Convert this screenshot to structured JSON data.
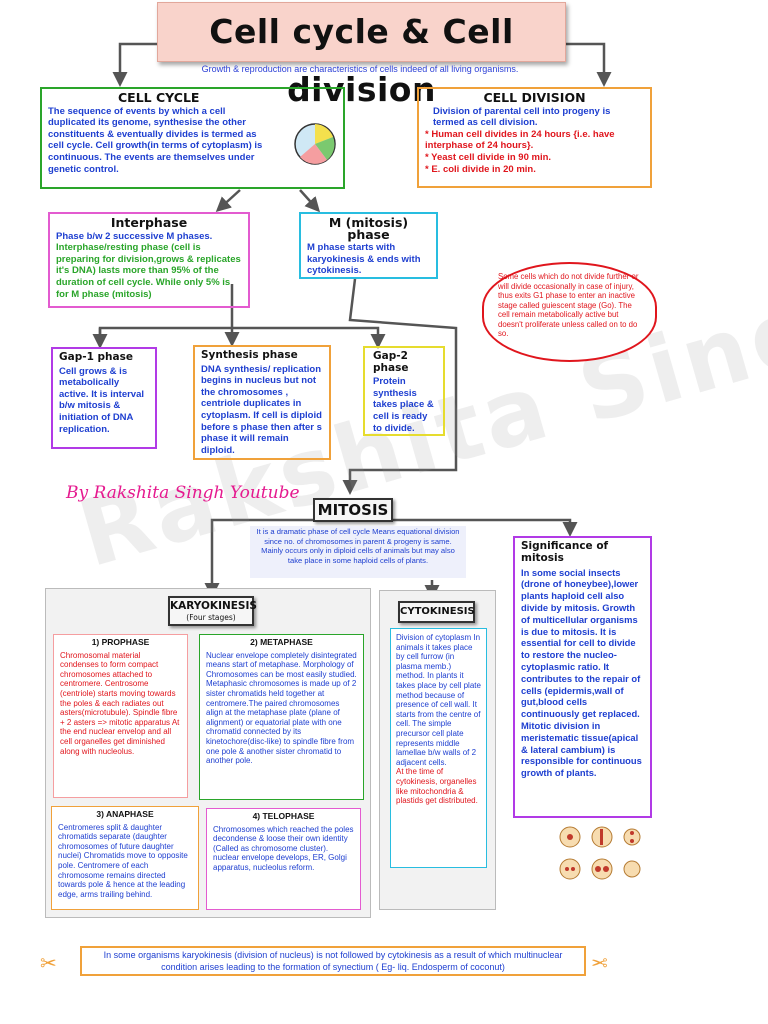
{
  "header": {
    "title": "Cell cycle & Cell division",
    "subtitle": "Growth & reproduction are characteristics of cells indeed of all living organisms."
  },
  "cell_cycle": {
    "title": "CELL CYCLE",
    "text": "The sequence of events by which a cell duplicated its genome, synthesise the other constituents & eventually divides is termed as cell cycle. Cell growth(in terms of cytoplasm) is continuous. The events are themselves under genetic control."
  },
  "cell_division": {
    "title": "CELL DIVISION",
    "text": "Division of parental cell into progeny is termed as cell division.",
    "points": [
      "* Human cell divides in 24 hours {i.e. have interphase of 24 hours}.",
      "* Yeast cell divide in 90 min.",
      "* E. coli divide in 20 min."
    ]
  },
  "interphase": {
    "title": "Interphase",
    "line1": "Phase b/w 2 successive M phases.",
    "line2": "Interphase/resting phase (cell is preparing for division,grows & replicates it's DNA) lasts more than 95% of the duration of cell cycle. While only 5% is for M phase (mitosis)"
  },
  "m_phase": {
    "title": "M (mitosis) phase",
    "text": "M phase starts with karyokinesis & ends with cytokinesis."
  },
  "g0_note": "Some cells which do not divide further or will divide occasionally in case of injury, thus exits G1 phase to enter an inactive stage called guiescent stage (Go). The cell remain metabolically active but doesn't proliferate unless called on to do so.",
  "gap1": {
    "title": "Gap-1 phase",
    "text": "Cell grows & is metabolically active. It is interval b/w mitosis & initiation of DNA replication."
  },
  "synthesis": {
    "title": "Synthesis phase",
    "text": "DNA synthesis/ replication begins in nucleus but not the chromosomes , centriole duplicates in cytoplasm. If cell is diploid before s phase then after s phase it will remain diploid."
  },
  "gap2": {
    "title": "Gap-2 phase",
    "text": "Protein synthesis takes place & cell is ready to divide."
  },
  "author": "By Rakshita Singh Youtube",
  "watermark": "Rakshita Singh",
  "mitosis": {
    "title": "MITOSIS",
    "text": "It is a dramatic phase of cell cycle Means equational division since no. of chromosomes in parent & progeny is same. Mainly occurs only in diploid cells of animals but may also take place in some haploid cells of plants."
  },
  "significance": {
    "title": "Significance of mitosis",
    "text": "In some social insects (drone of honeybee),lower plants haploid cell also divide by mitosis. Growth of multicellular organisms is due to mitosis. It is essential for cell to divide to restore the nucleo-cytoplasmic ratio. It contributes to the repair of cells (epidermis,wall of gut,blood cells continuously get replaced. Mitotic division in meristematic tissue(apical & lateral cambium) is responsible for continuous growth of plants."
  },
  "karyokinesis": {
    "title": "KARYOKINESIS",
    "subtitle": "(Four stages)"
  },
  "prophase": {
    "title": "1) PROPHASE",
    "text": "Chromosomal material condenses to form compact chromosomes attached to centromere. Centrosome (centriole) starts moving towards the poles & each radiates out asters(microtubule). Spindle fibre + 2 asters => mitotic apparatus At the end nuclear envelop and all cell organelles get diminished along with nucleolus."
  },
  "metaphase": {
    "title": "2) METAPHASE",
    "text": "Nuclear envelope completely disintegrated means start of metaphase. Morphology of Chromosomes can be most easily studied. Metaphasic chromosomes is made up of 2 sister chromatids held together at centromere.The paired chromosomes align at the metaphase plate (plane of alignment) or equatorial plate with one chromatid connected by its kinetochore(disc-like) to spindle fibre from one pole & another sister chromatid to another pole."
  },
  "anaphase": {
    "title": "3) ANAPHASE",
    "text": "Centromeres split & daughter chromatids separate (daughter chromosomes of future daughter nuclei) Chromatids move to opposite pole. Centromere of each chromosome remains directed towards pole & hence at the leading edge, arms trailing behind."
  },
  "telophase": {
    "title": "4) TELOPHASE",
    "text": "Chromosomes which reached the poles decondense & loose their own identity (Called as chromosome cluster). nuclear envelope develops, ER, Golgi apparatus, nucleolus reform."
  },
  "cytokinesis": {
    "title": "CYTOKINESIS",
    "text": "Division of cytoplasm In animals it takes place by cell furrow (in plasma memb.) method. In plants it takes place by cell plate method because of presence of cell wall. It starts from the centre of cell. The simple precursor cell plate represents middle lamellae b/w walls of 2 adjacent cells.",
    "red_text": "At the time of cytokinesis, organelles like mitochondria & plastids get distributed."
  },
  "footer_note": "In some organisms karyokinesis (division of nucleus) is not followed by cytokinesis as a result of which multinuclear condition arises leading to the formation of synectium ( Eg- liq. Endosperm of coconut)",
  "colors": {
    "text_blue": "#1e3fd0",
    "red": "#e0161d",
    "green": "#2aa52a",
    "orange": "#f0a13a",
    "pink": "#e35bd0",
    "cyan": "#28bde0",
    "yellow": "#e6dc2e",
    "violet": "#b13ae6"
  }
}
